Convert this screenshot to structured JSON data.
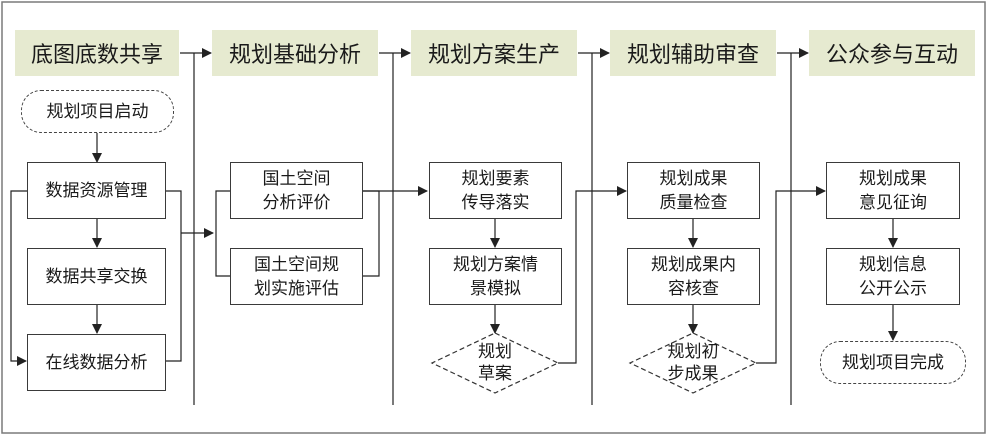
{
  "headers": [
    "底图底数共享",
    "规划基础分析",
    "规划方案生产",
    "规划辅助审查",
    "公众参与互动"
  ],
  "col1": {
    "start": "规划项目启动",
    "manage": "数据资源管理",
    "exchange": "数据共享交换",
    "analysis": "在线数据分析"
  },
  "col2": {
    "eval1": [
      "国土空间",
      "分析评价"
    ],
    "eval2": [
      "国土空间规",
      "划实施评估"
    ]
  },
  "col3": {
    "element": [
      "规划要素",
      "传导落实"
    ],
    "scenario": [
      "规划方案情",
      "景模拟"
    ],
    "draft": [
      "规划",
      "草案"
    ]
  },
  "col4": {
    "quality": [
      "规划成果",
      "质量检查"
    ],
    "content": [
      "规划成果内",
      "容核查"
    ],
    "preliminary": [
      "规划初",
      "步成果"
    ]
  },
  "col5": {
    "opinion": [
      "规划成果",
      "意见征询"
    ],
    "publicity": [
      "规划信息",
      "公开公示"
    ],
    "complete": "规划项目完成"
  }
}
